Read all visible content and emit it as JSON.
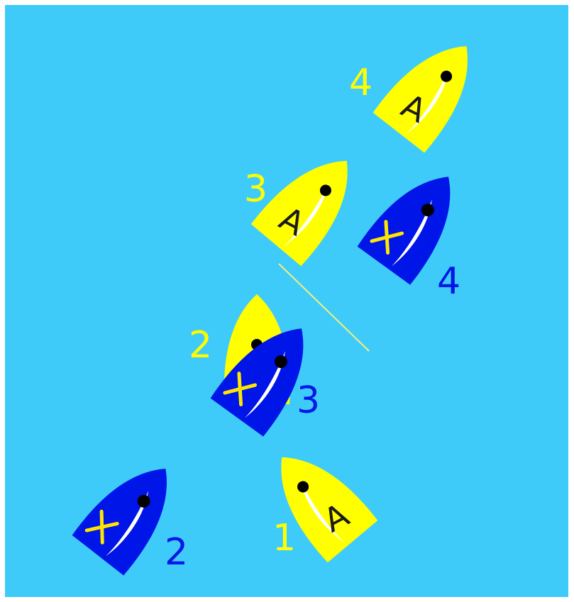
{
  "colors": {
    "water": "#3fcbf9",
    "boat_a_hull": "#ffff00",
    "boat_a_mark": "#1a1a1a",
    "boat_x_hull": "#0015e8",
    "boat_x_mark": "#ffe600",
    "sail": "#ffffff",
    "mast": "#000000",
    "line": "#f4f07a"
  },
  "boat_a": {
    "sail_letter": "A",
    "positions": [
      {
        "label": "1"
      },
      {
        "label": "2"
      },
      {
        "label": "3"
      },
      {
        "label": "4"
      }
    ]
  },
  "boat_x": {
    "positions": [
      {
        "label": "2"
      },
      {
        "label": "3"
      },
      {
        "label": "4"
      }
    ]
  }
}
